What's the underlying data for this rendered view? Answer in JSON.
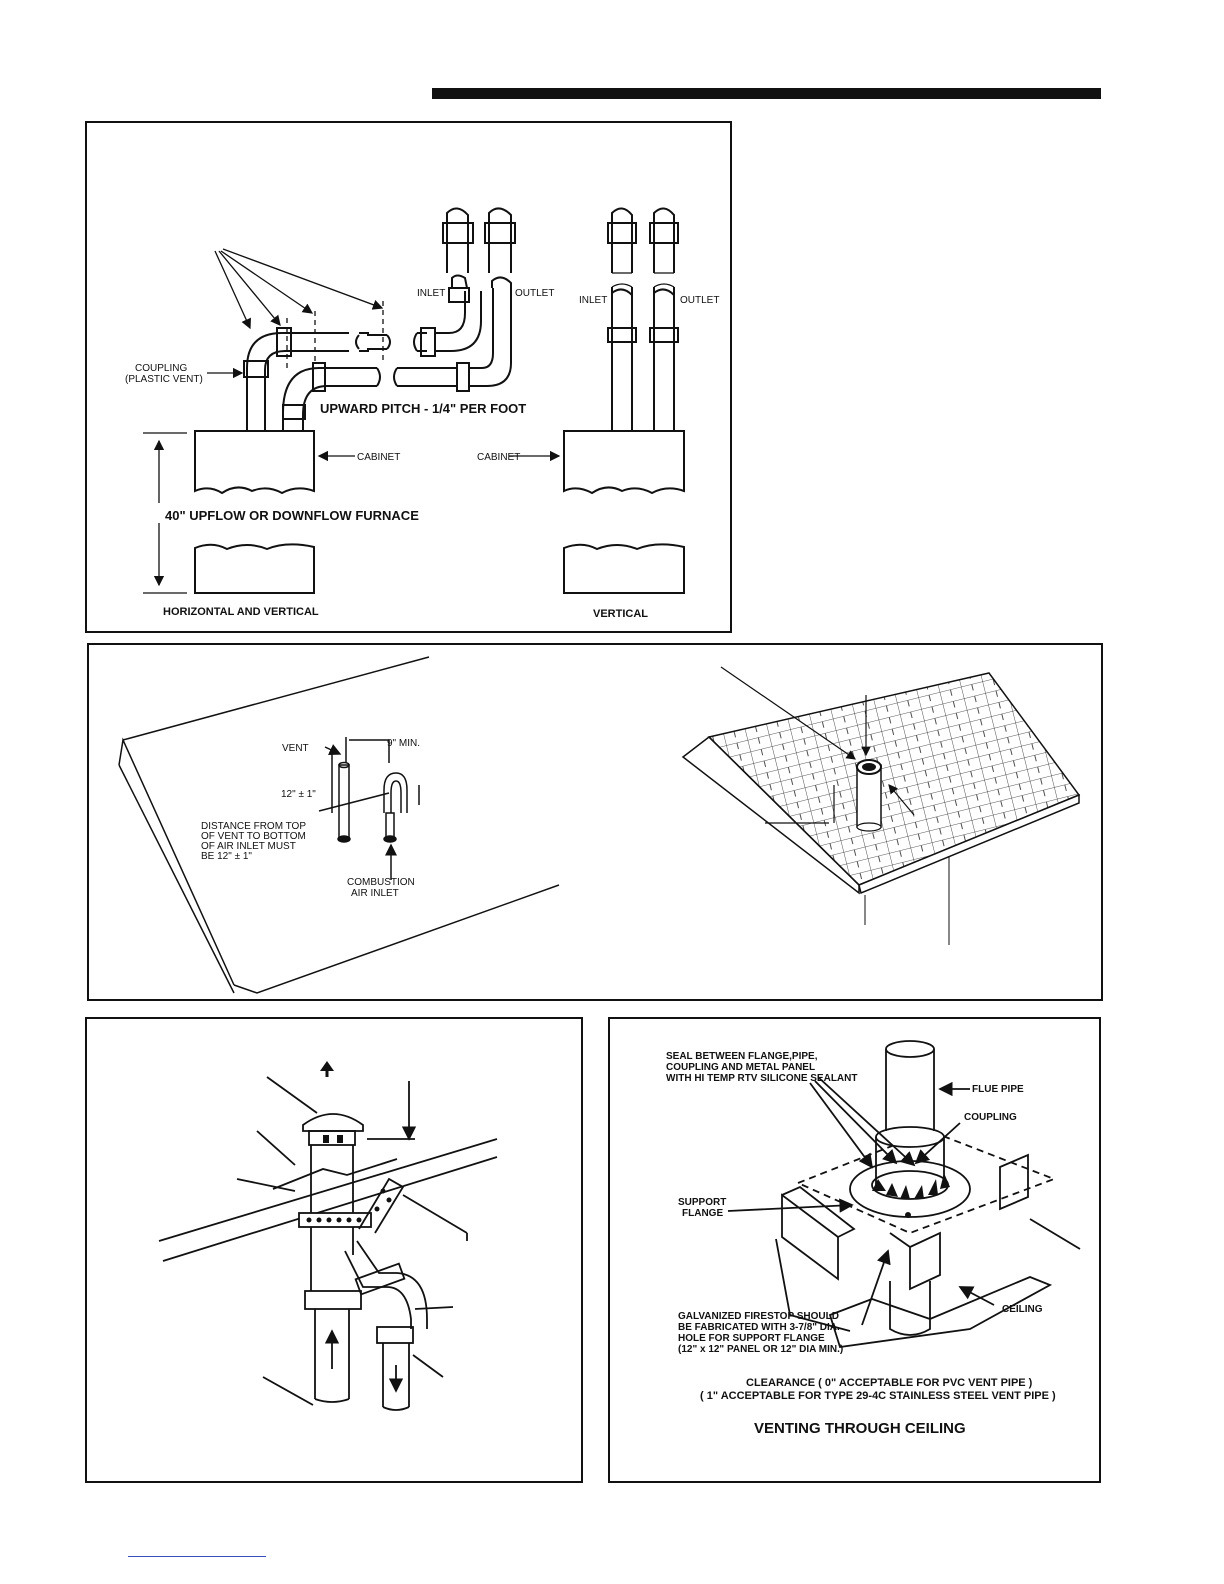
{
  "fig1": {
    "inlet_left": "INLET",
    "outlet_left": "OUTLET",
    "inlet_right": "INLET",
    "outlet_right": "OUTLET",
    "coupling": "COUPLING",
    "coupling_sub": "(PLASTIC VENT)",
    "pitch": "UPWARD PITCH - 1/4\" PER FOOT",
    "cabinet_left": "CABINET",
    "cabinet_right": "CABINET",
    "furnace": "40\" UPFLOW OR DOWNFLOW FURNACE",
    "caption_left": "HORIZONTAL AND VERTICAL",
    "caption_right": "VERTICAL"
  },
  "fig2": {
    "vent": "VENT",
    "nine_min": "9\" MIN.",
    "twelve": "12\" ± 1\"",
    "distance": [
      "DISTANCE FROM TOP",
      "OF VENT TO BOTTOM",
      "OF AIR INLET MUST",
      "BE 12\" ± 1\""
    ],
    "combustion": [
      "COMBUSTION",
      "AIR INLET"
    ]
  },
  "fig4": {
    "seal": [
      "SEAL BETWEEN FLANGE,PIPE,",
      "COUPLING AND METAL PANEL",
      "WITH HI TEMP RTV SILICONE SEALANT"
    ],
    "flue_pipe": "FLUE PIPE",
    "coupling": "COUPLING",
    "support": [
      "SUPPORT",
      "FLANGE"
    ],
    "firestop": [
      "GALVANIZED FIRESTOP SHOULD",
      "BE FABRICATED WITH 3-7/8\" DIA.",
      "HOLE FOR SUPPORT FLANGE",
      "(12\" x 12\" PANEL OR 12\" DIA MIN.)"
    ],
    "ceiling": "CEILING",
    "clearance1": "CLEARANCE ( 0\" ACCEPTABLE FOR PVC VENT PIPE )",
    "clearance2": "( 1\" ACCEPTABLE FOR TYPE 29-4C STAINLESS STEEL VENT PIPE )",
    "title": "VENTING THROUGH CEILING"
  }
}
